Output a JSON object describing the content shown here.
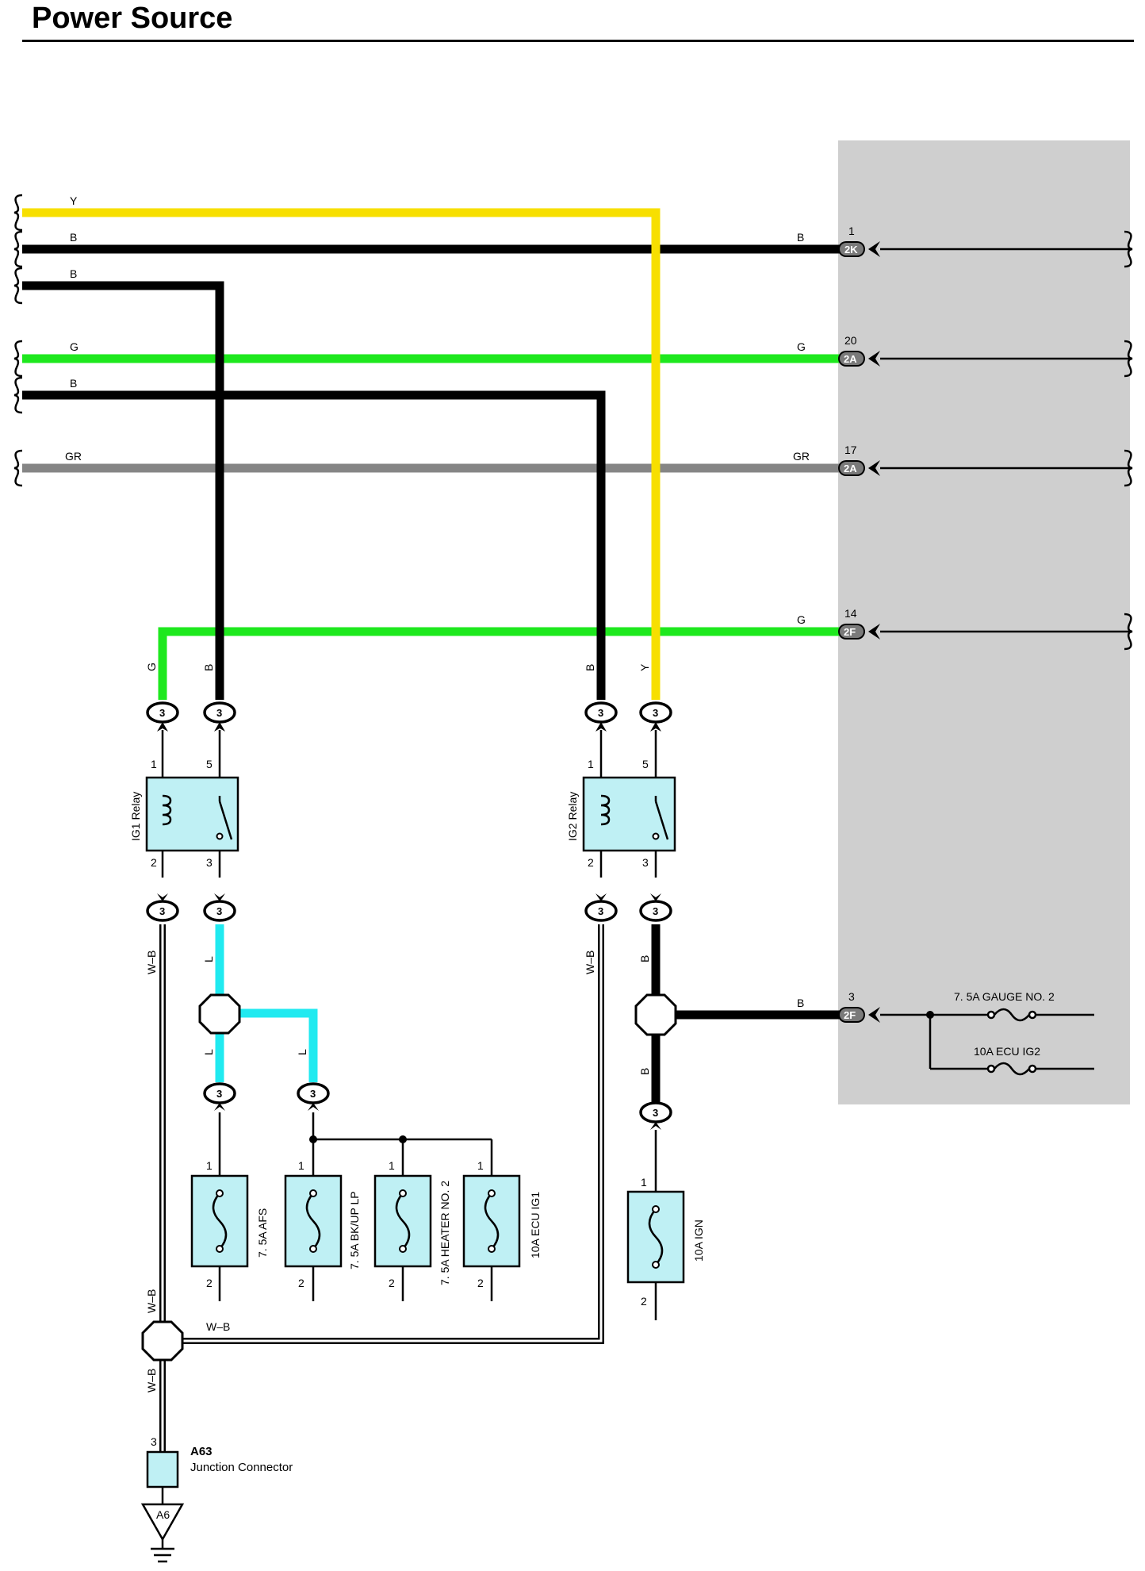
{
  "title": "Power Source",
  "colors": {
    "Y": "#f7df00",
    "B": "#000000",
    "G": "#1ee81e",
    "GR": "#858585",
    "L": "#20eaf0",
    "WB": "#ffffff",
    "panel": "#cfcfcf",
    "relay_fill": "#bff0f4"
  },
  "wire_labels": {
    "Y": "Y",
    "B": "B",
    "G": "G",
    "GR": "GR",
    "L": "L",
    "WB": "W–B"
  },
  "connectors": {
    "c2k": {
      "code": "2K",
      "pin": "1"
    },
    "c2a_20": {
      "code": "2A",
      "pin": "20"
    },
    "c2a_17": {
      "code": "2A",
      "pin": "17"
    },
    "c2f_14": {
      "code": "2F",
      "pin": "14"
    },
    "c2f_3": {
      "code": "2F",
      "pin": "3"
    },
    "c3": "3"
  },
  "relays": {
    "ig1": {
      "name": "IG1 Relay",
      "pins": [
        "1",
        "5",
        "2",
        "3"
      ]
    },
    "ig2": {
      "name": "IG2 Relay",
      "pins": [
        "1",
        "5",
        "2",
        "3"
      ]
    }
  },
  "fuses": {
    "afs": {
      "label": "7. 5A AFS",
      "pin_top": "1",
      "pin_bottom": "2"
    },
    "bkup": {
      "label": "7. 5A BK/UP LP",
      "pin_top": "1",
      "pin_bottom": "2"
    },
    "heater": {
      "label": "7. 5A HEATER NO. 2",
      "pin_top": "1",
      "pin_bottom": "2"
    },
    "ecuig1": {
      "label": "10A ECU IG1",
      "pin_top": "1",
      "pin_bottom": "2"
    },
    "ign": {
      "label": "10A IGN",
      "pin_top": "1",
      "pin_bottom": "2"
    },
    "gauge2": {
      "label": "7. 5A GAUGE NO. 2"
    },
    "ecuig2": {
      "label": "10A ECU IG2"
    }
  },
  "junction": {
    "code": "A63",
    "name": "Junction Connector",
    "pin": "3"
  },
  "ground": {
    "code": "A6"
  }
}
